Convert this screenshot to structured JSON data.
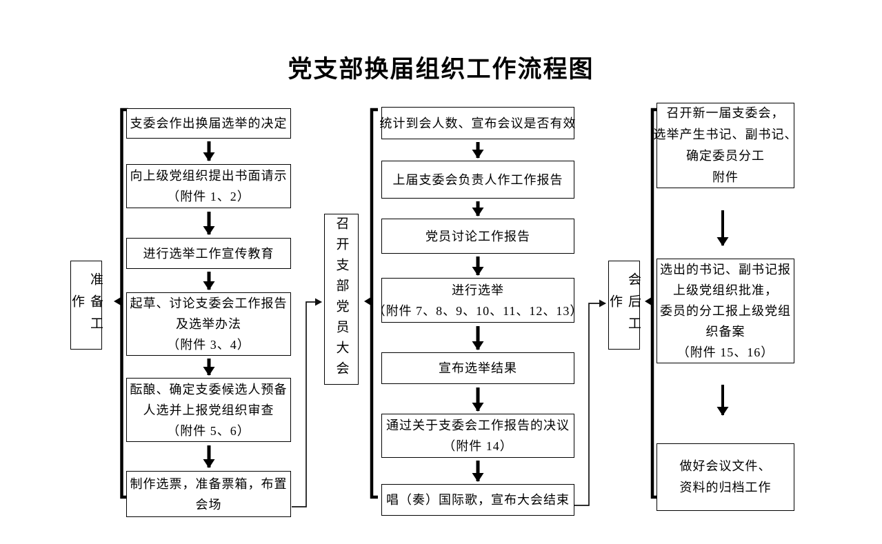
{
  "title": "党支部换届组织工作流程图",
  "colors": {
    "ink": "#000000",
    "background": "#ffffff"
  },
  "stages": [
    {
      "label": "准备工作",
      "steps": [
        {
          "lines": [
            "支委会作出换届选举的决定"
          ]
        },
        {
          "lines": [
            "向上级党组织提出书面请示",
            "（附件 1、2）"
          ]
        },
        {
          "lines": [
            "进行选举工作宣传教育"
          ]
        },
        {
          "lines": [
            "起草、讨论支委会工作报告",
            "及选举办法",
            "（附件 3、4）"
          ]
        },
        {
          "lines": [
            "酝酿、确定支委候选人预备",
            "人选并上报党组织审查",
            "（附件 5、6）"
          ]
        },
        {
          "lines": [
            "制作选票，准备票箱，布置",
            "会场"
          ]
        }
      ]
    },
    {
      "label": "召开支部党员大会",
      "steps": [
        {
          "lines": [
            "统计到会人数、宣布会议是否有效"
          ]
        },
        {
          "lines": [
            "上届支委会负责人作工作报告"
          ]
        },
        {
          "lines": [
            "党员讨论工作报告"
          ]
        },
        {
          "lines": [
            "进行选举",
            "（附件 7、8、9、10、11、12、13）"
          ]
        },
        {
          "lines": [
            "宣布选举结果"
          ]
        },
        {
          "lines": [
            "通过关于支委会工作报告的决议",
            "（附件 14）"
          ]
        },
        {
          "lines": [
            "唱（奏）国际歌，宣布大会结束"
          ]
        }
      ]
    },
    {
      "label": "会后工作",
      "steps": [
        {
          "lines": [
            "召开新一届支委会，",
            "选举产生书记、副书记、",
            "确定委员分工",
            "附件"
          ]
        },
        {
          "lines": [
            "选出的书记、副书记报",
            "上级党组织批准，",
            "委员的分工报上级党组",
            "织备案",
            "（附件 15、16）"
          ]
        },
        {
          "lines": [
            "做好会议文件、",
            "资料的归档工作"
          ]
        }
      ]
    }
  ]
}
